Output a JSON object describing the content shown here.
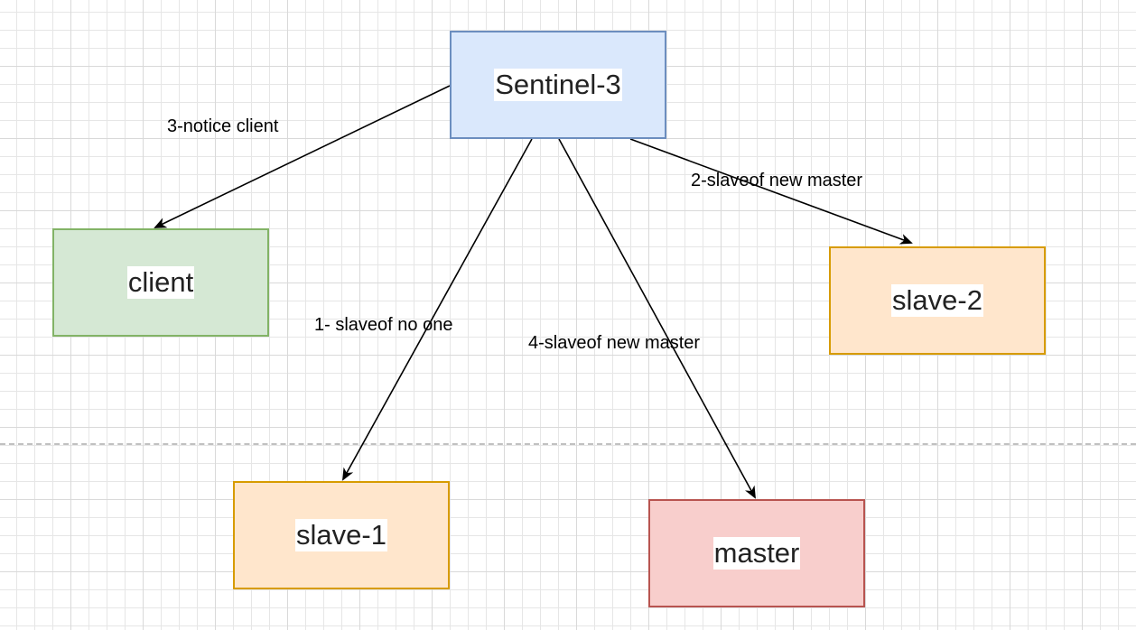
{
  "nodes": {
    "sentinel": "Sentinel-3",
    "client": "client",
    "slave2": "slave-2",
    "slave1": "slave-1",
    "master": "master"
  },
  "edges": {
    "notice_client": "3-notice client",
    "slaveof_new_master_2": "2-slaveof new master",
    "slaveof_no_one": "1- slaveof no one",
    "slaveof_new_master_4": "4-slaveof new master"
  },
  "colors": {
    "sentinel_fill": "#dae8fc",
    "sentinel_stroke": "#6c8ebf",
    "client_fill": "#d5e8d4",
    "client_stroke": "#82b366",
    "slave_fill": "#ffe6cc",
    "slave_stroke": "#d79b00",
    "master_fill": "#f8cecc",
    "master_stroke": "#b85450",
    "edge": "#000000"
  }
}
